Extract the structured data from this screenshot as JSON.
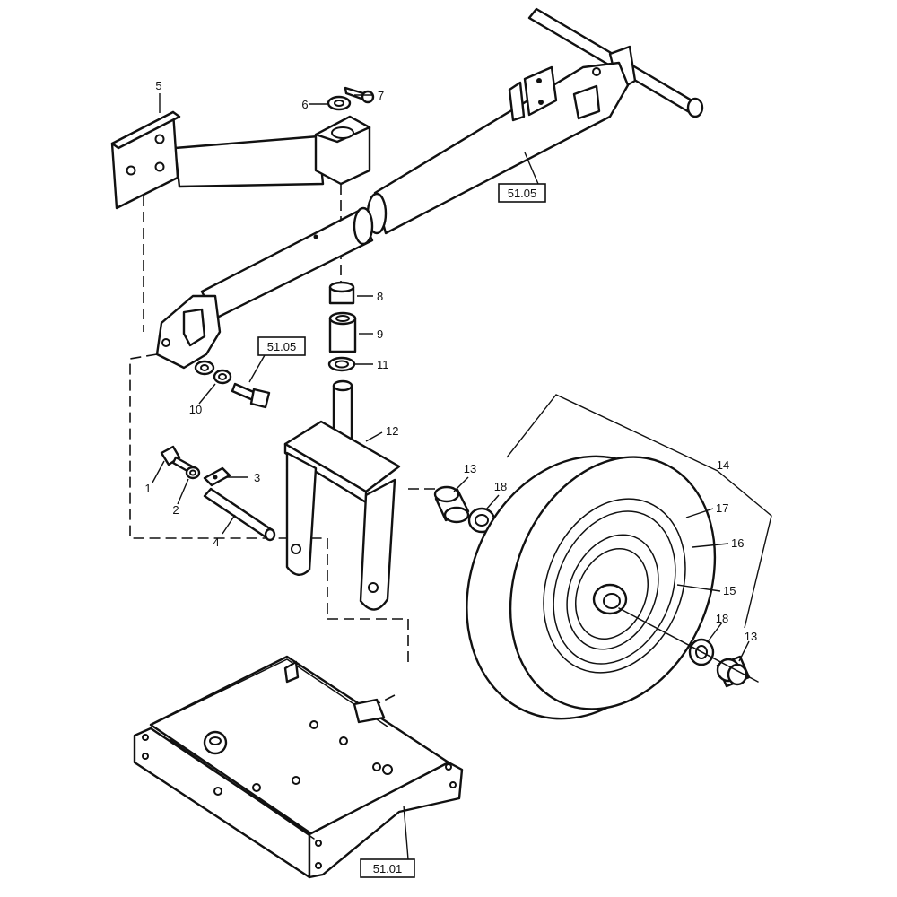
{
  "callouts": {
    "c1": "1",
    "c2": "2",
    "c3": "3",
    "c4": "4",
    "c5": "5",
    "c6": "6",
    "c7": "7",
    "c8": "8",
    "c9": "9",
    "c10": "10",
    "c11": "11",
    "c12": "12",
    "c13a": "13",
    "c13b": "13",
    "c14": "14",
    "c15": "15",
    "c16": "16",
    "c17": "17",
    "c18a": "18",
    "c18b": "18"
  },
  "references": {
    "drawbar": "51.05",
    "bolt": "51.05",
    "frame": "51.01"
  }
}
